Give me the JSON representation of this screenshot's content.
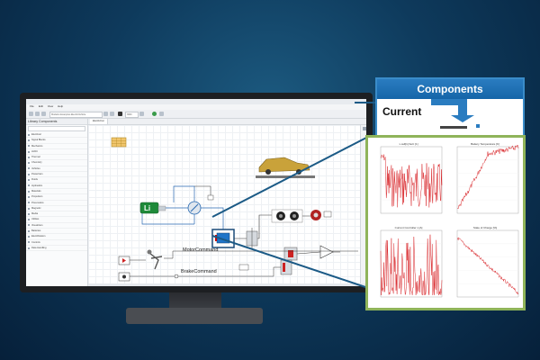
{
  "app": {
    "window_title": "Modelon Impact",
    "menu": [
      "File",
      "Edit",
      "View",
      "Help"
    ],
    "toolbar_field": "Modelon.Examples.ElectricVehicle",
    "toolbar_value": "3600",
    "tab_label": "ElectricCar"
  },
  "library": {
    "title": "Library Components",
    "items": [
      "Electrical",
      "Signal Blocks",
      "Mechanics",
      "HVAC",
      "Thermal",
      "Chemistry",
      "Vehicles",
      "Powertrain",
      "Fluids",
      "Hydraulics",
      "Materials",
      "Propulsion",
      "Pneumatics",
      "Magnetic",
      "Media",
      "Utilities",
      "Visualizers",
      "Batteries",
      "Electrification",
      "Controls",
      "Data Handling"
    ]
  },
  "diagram": {
    "battery_label": "Li",
    "motor_command_label": "MotorCommand",
    "brake_command_label": "BrakeCommand"
  },
  "components_panel": {
    "header": "Components",
    "current_label": "Current"
  },
  "plots": [
    {
      "title": "x.cell[1].SoC [1]"
    },
    {
      "title": "Battery Temperature [K]"
    },
    {
      "title": "Current Controller x [A]"
    },
    {
      "title": "State of Charge [%]"
    }
  ],
  "colors": {
    "accent": "#1f72b8",
    "plot_border": "#8fb45a",
    "trace": "#d9262a",
    "background": "#0e3a5c"
  }
}
